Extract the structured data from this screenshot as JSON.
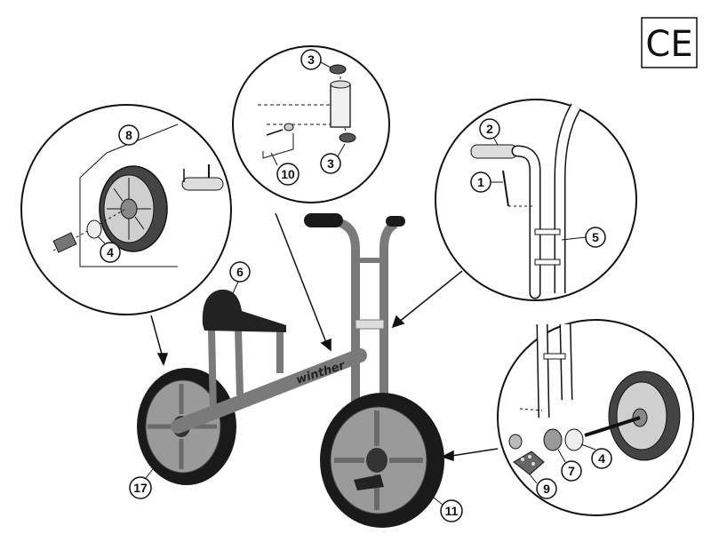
{
  "ce_mark": "CE",
  "brand": "winther",
  "labels": {
    "l1": "1",
    "l2": "2",
    "l3a": "3",
    "l3b": "3",
    "l4a": "4",
    "l4b": "4",
    "l5": "5",
    "l6": "6",
    "l7": "7",
    "l8": "8",
    "l9": "9",
    "l10": "10",
    "l11": "11",
    "l17": "17"
  },
  "colors": {
    "ink": "#111111",
    "frame": "#8a8a8a",
    "tire": "#1a1a1a",
    "hub": "#9a9a9a"
  }
}
